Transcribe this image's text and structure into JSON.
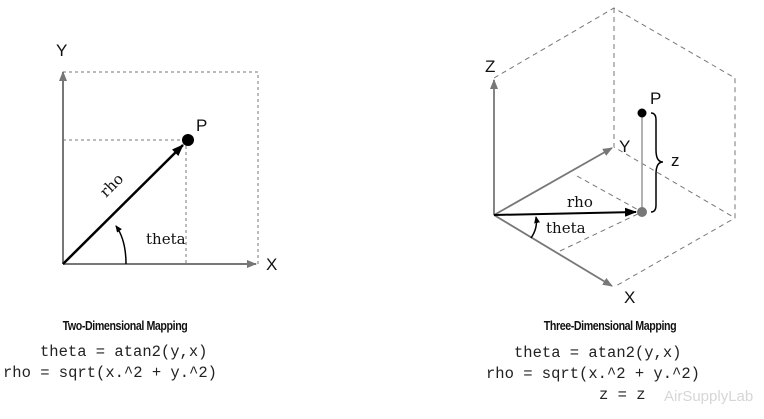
{
  "left": {
    "axis_labels": {
      "x": "X",
      "y": "Y"
    },
    "point_label": "P",
    "rho_label": "rho",
    "theta_label": "theta",
    "caption": "Two-Dimensional Mapping",
    "formulas": [
      "theta = atan2(y,x)",
      "rho = sqrt(x.^2 + y.^2)"
    ]
  },
  "right": {
    "axis_labels": {
      "x": "X",
      "y": "Y",
      "z": "Z"
    },
    "point_label": "P",
    "z_label": "z",
    "rho_label": "rho",
    "theta_label": "theta",
    "caption": "Three-Dimensional Mapping",
    "formulas": [
      "theta = atan2(y,x)",
      "rho = sqrt(x.^2 + y.^2)",
      "z = z"
    ]
  },
  "watermark": "AirSupplyLab"
}
